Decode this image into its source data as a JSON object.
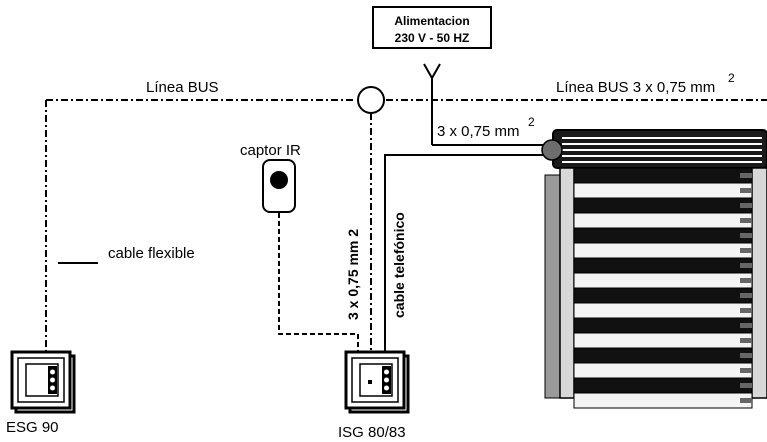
{
  "power_box": {
    "line1": "Alimentacion",
    "line2": "230 V - 50 HZ"
  },
  "labels": {
    "bus_left": "Línea BUS",
    "bus_right": "Línea BUS 3 x 0,75 mm",
    "bus_right_sup": "2",
    "feed_cable": "3 x 0,75 mm",
    "feed_cable_sup": "2",
    "captor": "captor IR",
    "flex_legend": "cable flexible",
    "vertical_cable_1": "3 x 0,75 mm 2",
    "vertical_cable_2": "cable telefónico"
  },
  "devices": {
    "esg": {
      "label": "ESG 90"
    },
    "isg": {
      "label": "ISG 80/83"
    }
  }
}
